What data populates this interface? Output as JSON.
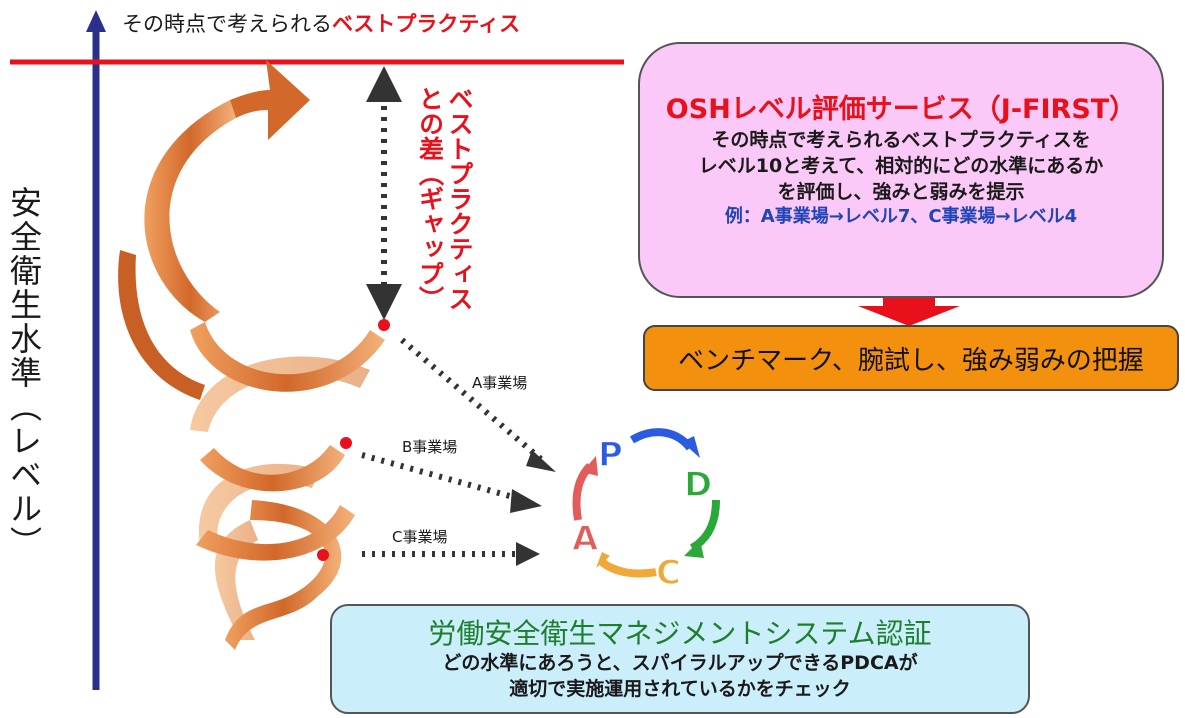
{
  "top_title": {
    "prefix": "その時点で考えられる",
    "highlight": "ベストプラクティス"
  },
  "y_axis_label": "安全衛生水準（レベル）",
  "gap_label": {
    "line1": "ベストプラクティス",
    "line2": "との差（ギャップ）"
  },
  "sites": [
    "A事業場",
    "B事業場",
    "C事業場"
  ],
  "jfirst_box": {
    "title": "OSHレベル評価サービス（J-FIRST）",
    "desc_lines": [
      "その時点で考えられるベストプラクティスを",
      "レベル10と考えて、相対的にどの水準にあるか",
      "を評価し、強みと弱みを提示"
    ],
    "example": "例：A事業場→レベル7、C事業場→レベル4"
  },
  "bench_box": "ベンチマーク、腕試し、強み弱みの把握",
  "pdca": [
    "P",
    "D",
    "C",
    "A"
  ],
  "cert_box": {
    "title": "労働安全衛生マネジメントシステム認証",
    "desc_lines": [
      "どの水準にあろうと、スパイラルアップできるPDCAが",
      "適切で実施運用されているかをチェック"
    ]
  },
  "colors": {
    "axis": "#2b2f8c",
    "best_line": "#e8101a",
    "spiral": "#e07a2c",
    "marker": "#e8101a",
    "jfirst_bg": "#fbc9f7",
    "bench_bg": "#f3900e",
    "cert_bg": "#cbeefb",
    "pdca_p": "#2a5be0",
    "pdca_d": "#2aa838",
    "pdca_c": "#f0a838",
    "pdca_a": "#e25c5c"
  }
}
